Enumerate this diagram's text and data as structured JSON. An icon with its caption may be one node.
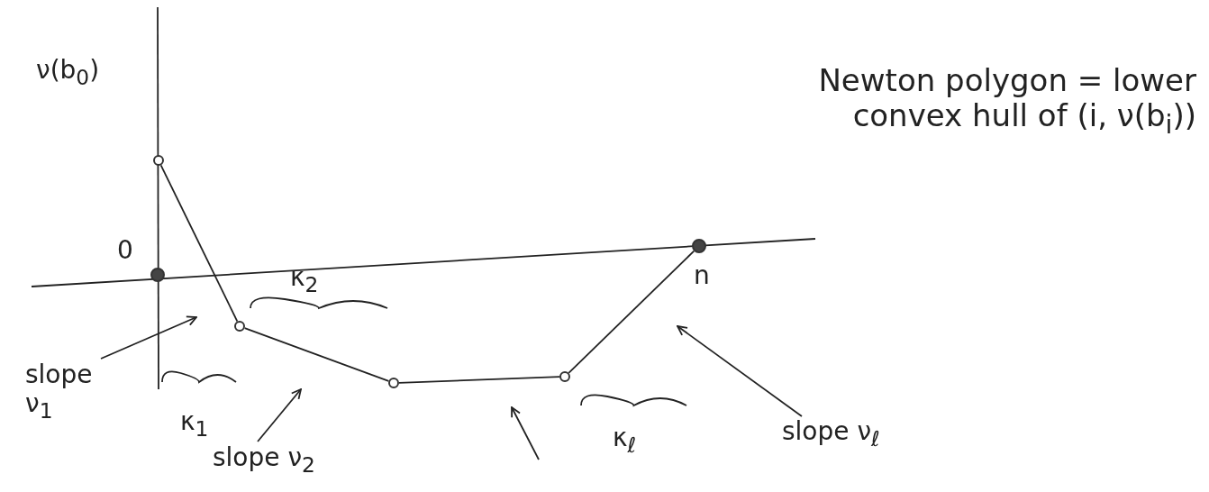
{
  "diagram": {
    "nodes": [
      {
        "text": [],
        "shape": "circle",
        "beside": [
          "ν(b$_{0}$)"
        ]
      },
      {
        "text": [],
        "shape": "circle",
        "beside": [
          "0"
        ]
      },
      {
        "text": [],
        "shape": "circle"
      },
      {
        "text": [],
        "shape": "circle",
        "beside": [
          "n"
        ]
      },
      {
        "text": [],
        "shape": "circle"
      },
      {
        "text": [],
        "shape": "circle"
      },
      {
        "text": [
          "slope ν$_{1}$"
        ]
      },
      {
        "text": [
          "slope ν$_{2}$"
        ]
      },
      {
        "text": [
          "slope ν$_{ℓ}$"
        ]
      }
    ],
    "edges": [
      {
        "from": 0,
        "to": 2,
        "arrow": "none"
      },
      {
        "from": 2,
        "to": 4,
        "arrow": "none"
      },
      {
        "from": 4,
        "to": 5,
        "arrow": "none"
      },
      {
        "from": 5,
        "to": 3,
        "arrow": "none"
      },
      {
        "from": 6,
        "to": null,
        "arrow": "to"
      },
      {
        "from": 7,
        "to": null,
        "arrow": "to"
      },
      {
        "from": 8,
        "to": null,
        "arrow": "to"
      }
    ],
    "labels": [
      "Newton polygon = lower convex hull of (i, ν(b$_{i}$))",
      "κ$_{2}$",
      "κ$_{1}$",
      "κ$_{ℓ}$"
    ]
  }
}
